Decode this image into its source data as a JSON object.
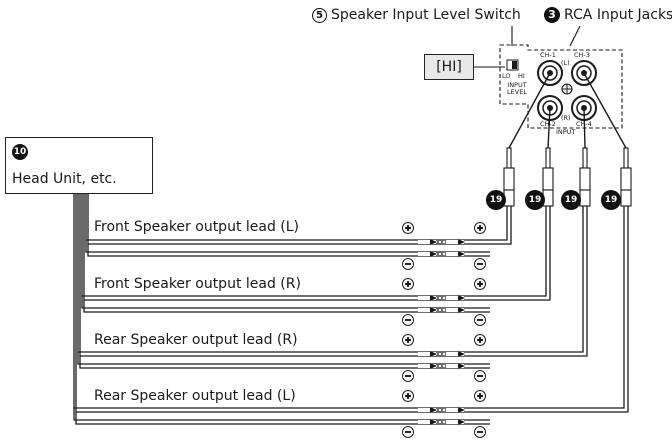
{
  "callouts": {
    "speaker_switch": {
      "number": "5",
      "label": "Speaker Input Level Switch"
    },
    "rca_jacks": {
      "number": "3",
      "label": "RCA Input Jacks"
    },
    "head_unit": {
      "number": "10",
      "label": "Head Unit, etc."
    },
    "rca_cable": {
      "number": "19"
    }
  },
  "switch": {
    "setting_box": "[HI]",
    "lo": "LO",
    "hi": "HI",
    "input_level": "INPUT\nLEVEL"
  },
  "jacks": {
    "ch1": "CH-1",
    "ch2": "CH-2",
    "ch3": "CH-3",
    "ch4": "CH-4",
    "left": "(L)",
    "right": "(R)",
    "input": "INPUT"
  },
  "leads": [
    {
      "label": "Front Speaker output lead (L)"
    },
    {
      "label": "Front Speaker output lead (R)"
    },
    {
      "label": "Rear Speaker output lead (R)"
    },
    {
      "label": "Rear Speaker output lead (L)"
    }
  ],
  "colors": {
    "line": "#1a1a1a",
    "box_fill": "#e8e8e8"
  }
}
